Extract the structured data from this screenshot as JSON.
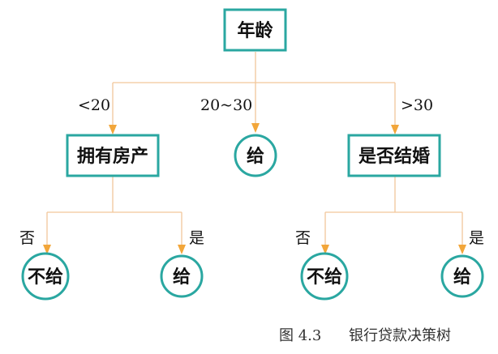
{
  "nodes": {
    "root": "年龄",
    "house": "拥有房产",
    "give_mid": "给",
    "married": "是否结婚",
    "no_give_left": "不给",
    "give_left": "给",
    "no_give_right": "不给",
    "give_right": "给"
  },
  "edges": {
    "lt20": "<20",
    "range": "20~30",
    "gt30": ">30",
    "house_no": "否",
    "house_yes": "是",
    "married_no": "否",
    "married_yes": "是"
  },
  "caption": {
    "figure_no": "图 4.3",
    "title": "银行贷款决策树"
  },
  "colors": {
    "node_border": "#2aa7a1",
    "edge_line": "#f2c79a",
    "arrow_head": "#f2a63a"
  }
}
